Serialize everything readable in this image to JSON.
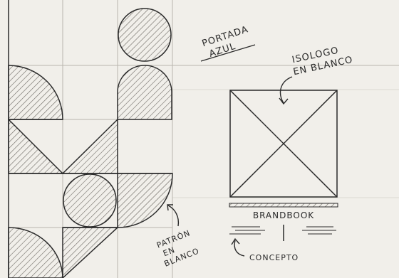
{
  "labels": {
    "cover": [
      "PORTADA",
      "AZUL"
    ],
    "isologo": [
      "ISOLOGO",
      "EN BLANCO"
    ],
    "brandbook": "BRANDBOOK",
    "pattern": [
      "PATRÓN",
      "EN",
      "BLANCO"
    ],
    "concept": "CONCEPTO"
  },
  "colors": {
    "paper": "#f1efea",
    "pencil": "#2a2a2a",
    "grid": "#b9b6ae",
    "hatch": "#6b6862"
  }
}
